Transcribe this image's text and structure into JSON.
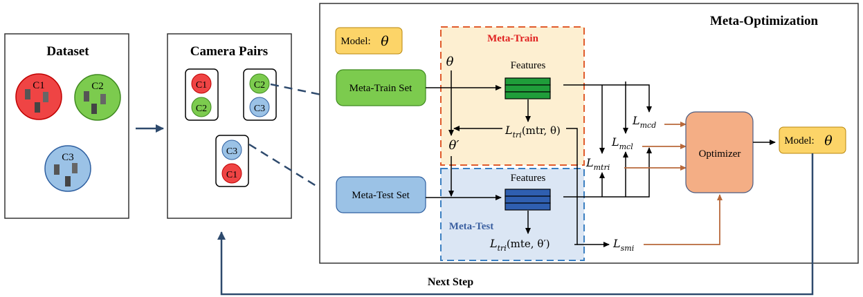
{
  "panels": {
    "dataset_title": "Dataset",
    "camera_pairs_title": "Camera Pairs",
    "meta_optimization_title": "Meta-Optimization",
    "meta_train_title": "Meta-Train",
    "meta_test_title": "Meta-Test"
  },
  "dataset": {
    "c1": "C1",
    "c2": "C2",
    "c3": "C3"
  },
  "camera_pairs": [
    {
      "top": "C1",
      "bottom": "C2"
    },
    {
      "top": "C2",
      "bottom": "C3"
    },
    {
      "top": "C3",
      "bottom": "C1"
    }
  ],
  "boxes": {
    "model_in_label": "Model:",
    "model_in_symbol": "θ",
    "model_out_label": "Model:",
    "model_out_symbol": "θ",
    "meta_train_set": "Meta-Train Set",
    "meta_test_set": "Meta-Test Set",
    "optimizer": "Optimizer"
  },
  "features": {
    "train_label": "Features",
    "test_label": "Features"
  },
  "symbols": {
    "theta": "θ",
    "theta_prime": "θ′"
  },
  "losses": {
    "l_tri_mtr": {
      "base": "L",
      "sub": "tri",
      "arg": "(mtr, θ)"
    },
    "l_tri_mte": {
      "base": "L",
      "sub": "tri",
      "arg": "(mte, θ′)"
    },
    "l_mcd": {
      "base": "L",
      "sub": "mcd"
    },
    "l_mcl": {
      "base": "L",
      "sub": "mcl"
    },
    "l_mtri": {
      "base": "L",
      "sub": "mtri"
    },
    "l_smi": {
      "base": "L",
      "sub": "smi"
    }
  },
  "loop_label": "Next Step",
  "colors": {
    "red": "#ef4444",
    "green": "#7ccb4e",
    "blue": "#9bc2e6",
    "dark_blue": "#2e4a6d",
    "orange_arrow": "#b8683a",
    "meta_train_fill": "#fdefd1",
    "meta_test_fill": "#dbe6f4",
    "optimizer_fill": "#f4ae85",
    "model_fill": "#fcd468"
  }
}
